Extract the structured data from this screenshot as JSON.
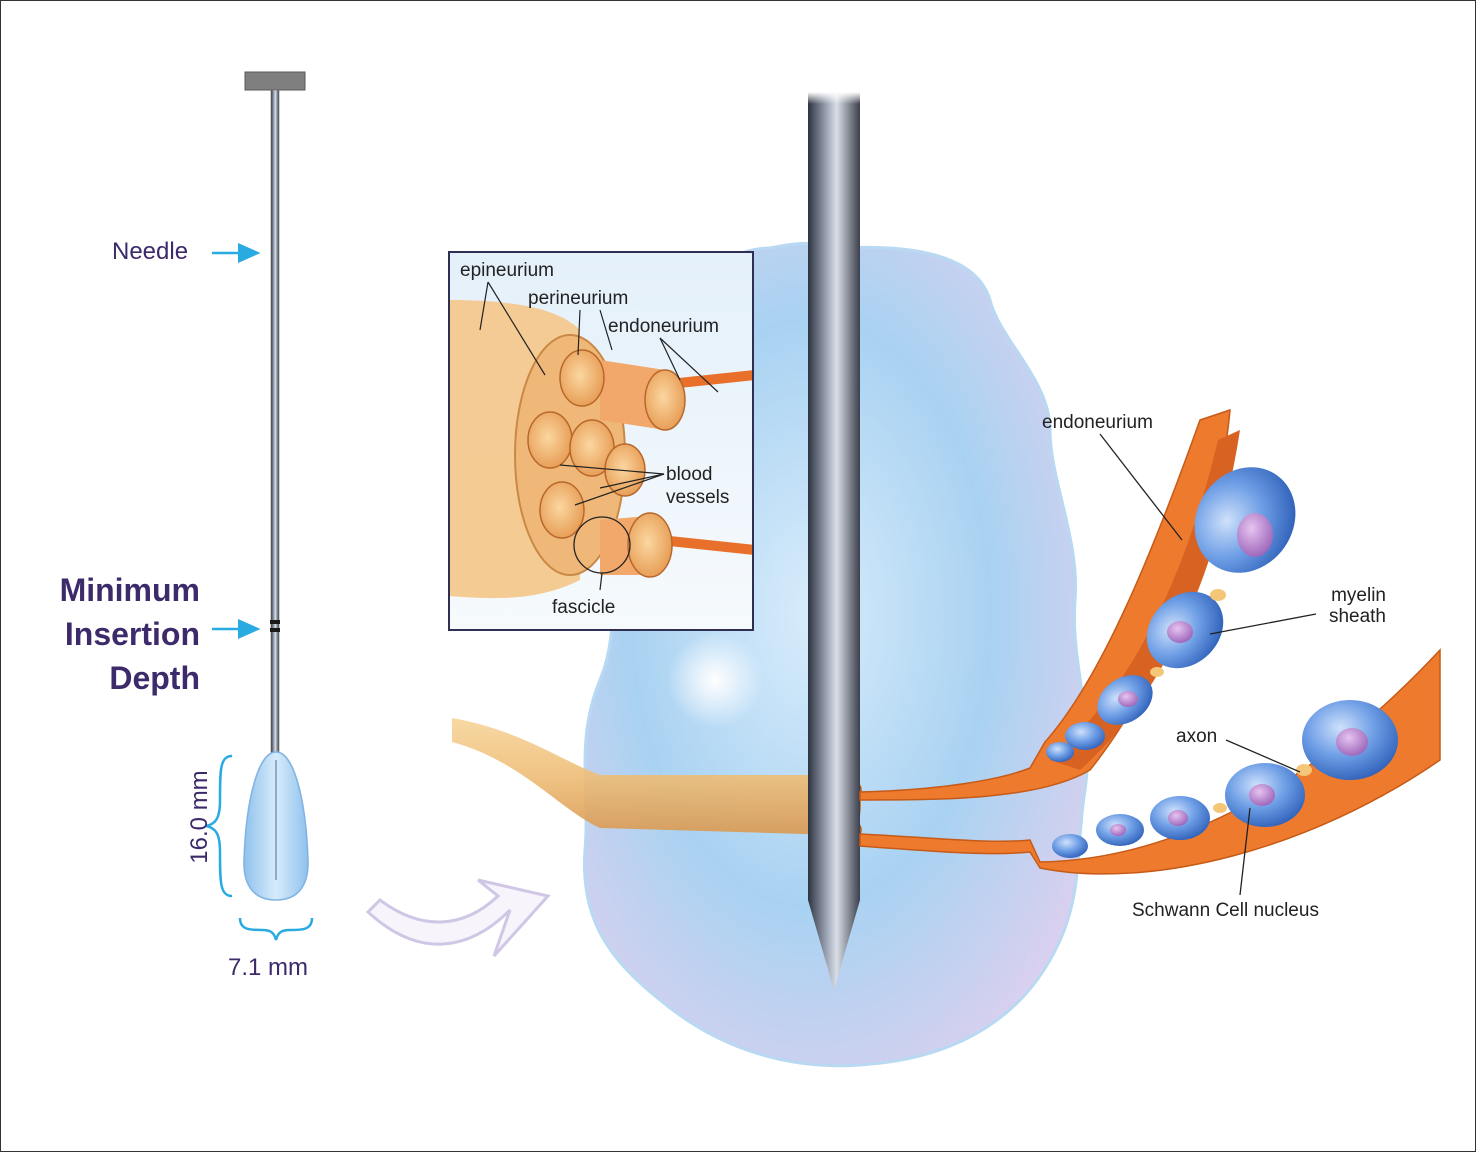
{
  "needle": {
    "needle_label": "Needle",
    "min_depth_lines": [
      "Minimum",
      "Insertion",
      "Depth"
    ],
    "length_label": "16.0 mm",
    "width_label": "7.1 mm"
  },
  "inset": {
    "epineurium": "epineurium",
    "perineurium": "perineurium",
    "endoneurium": "endoneurium",
    "blood": "blood",
    "vessels": "vessels",
    "fascicle": "fascicle"
  },
  "fibers": {
    "endoneurium": "endoneurium",
    "myelin": "myelin",
    "sheath": "sheath",
    "axon": "axon",
    "schwann": "Schwann Cell nucleus"
  },
  "colors": {
    "label_purple": "#3d2a6b",
    "arrow_cyan": "#29abe2",
    "cryo_blue": "#a9d4f2",
    "nerve_orange": "#e8702a",
    "cell_blue": "#5a8fe0",
    "nucleus_purple": "#b07acb"
  }
}
